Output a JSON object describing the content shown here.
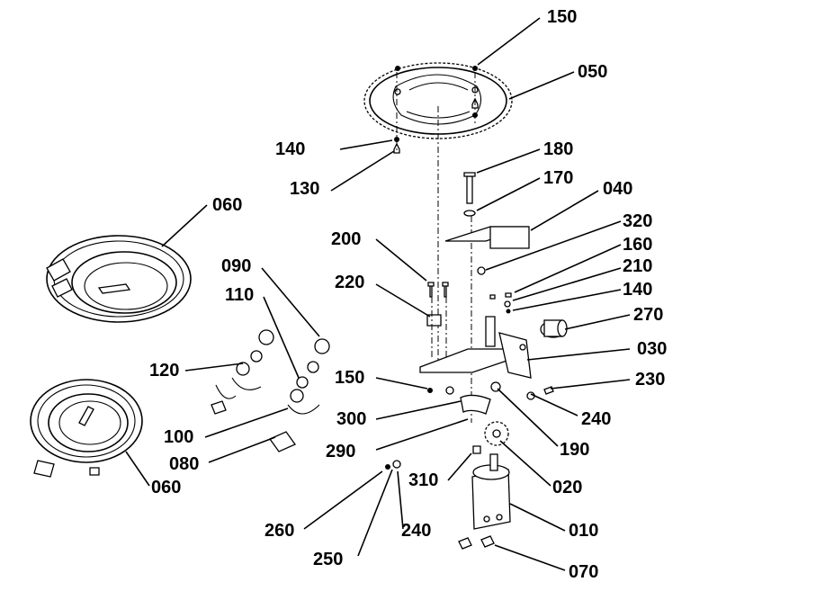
{
  "callouts": [
    {
      "id": "c150a",
      "text": "150"
    },
    {
      "id": "c050",
      "text": "050"
    },
    {
      "id": "c140a",
      "text": "140"
    },
    {
      "id": "c180",
      "text": "180"
    },
    {
      "id": "c170",
      "text": "170"
    },
    {
      "id": "c040",
      "text": "040"
    },
    {
      "id": "c130",
      "text": "130"
    },
    {
      "id": "c060a",
      "text": "060"
    },
    {
      "id": "c320",
      "text": "320"
    },
    {
      "id": "c200",
      "text": "200"
    },
    {
      "id": "c160",
      "text": "160"
    },
    {
      "id": "c090",
      "text": "090"
    },
    {
      "id": "c210",
      "text": "210"
    },
    {
      "id": "c220",
      "text": "220"
    },
    {
      "id": "c140b",
      "text": "140"
    },
    {
      "id": "c110",
      "text": "110"
    },
    {
      "id": "c270",
      "text": "270"
    },
    {
      "id": "c030",
      "text": "030"
    },
    {
      "id": "c120",
      "text": "120"
    },
    {
      "id": "c150b",
      "text": "150"
    },
    {
      "id": "c230",
      "text": "230"
    },
    {
      "id": "c240a",
      "text": "240"
    },
    {
      "id": "c300",
      "text": "300"
    },
    {
      "id": "c100",
      "text": "100"
    },
    {
      "id": "c190",
      "text": "190"
    },
    {
      "id": "c290",
      "text": "290"
    },
    {
      "id": "c080",
      "text": "080"
    },
    {
      "id": "c060b",
      "text": "060"
    },
    {
      "id": "c310",
      "text": "310"
    },
    {
      "id": "c020",
      "text": "020"
    },
    {
      "id": "c010",
      "text": "010"
    },
    {
      "id": "c260",
      "text": "260"
    },
    {
      "id": "c240b",
      "text": "240"
    },
    {
      "id": "c250",
      "text": "250"
    },
    {
      "id": "c070",
      "text": "070"
    }
  ]
}
